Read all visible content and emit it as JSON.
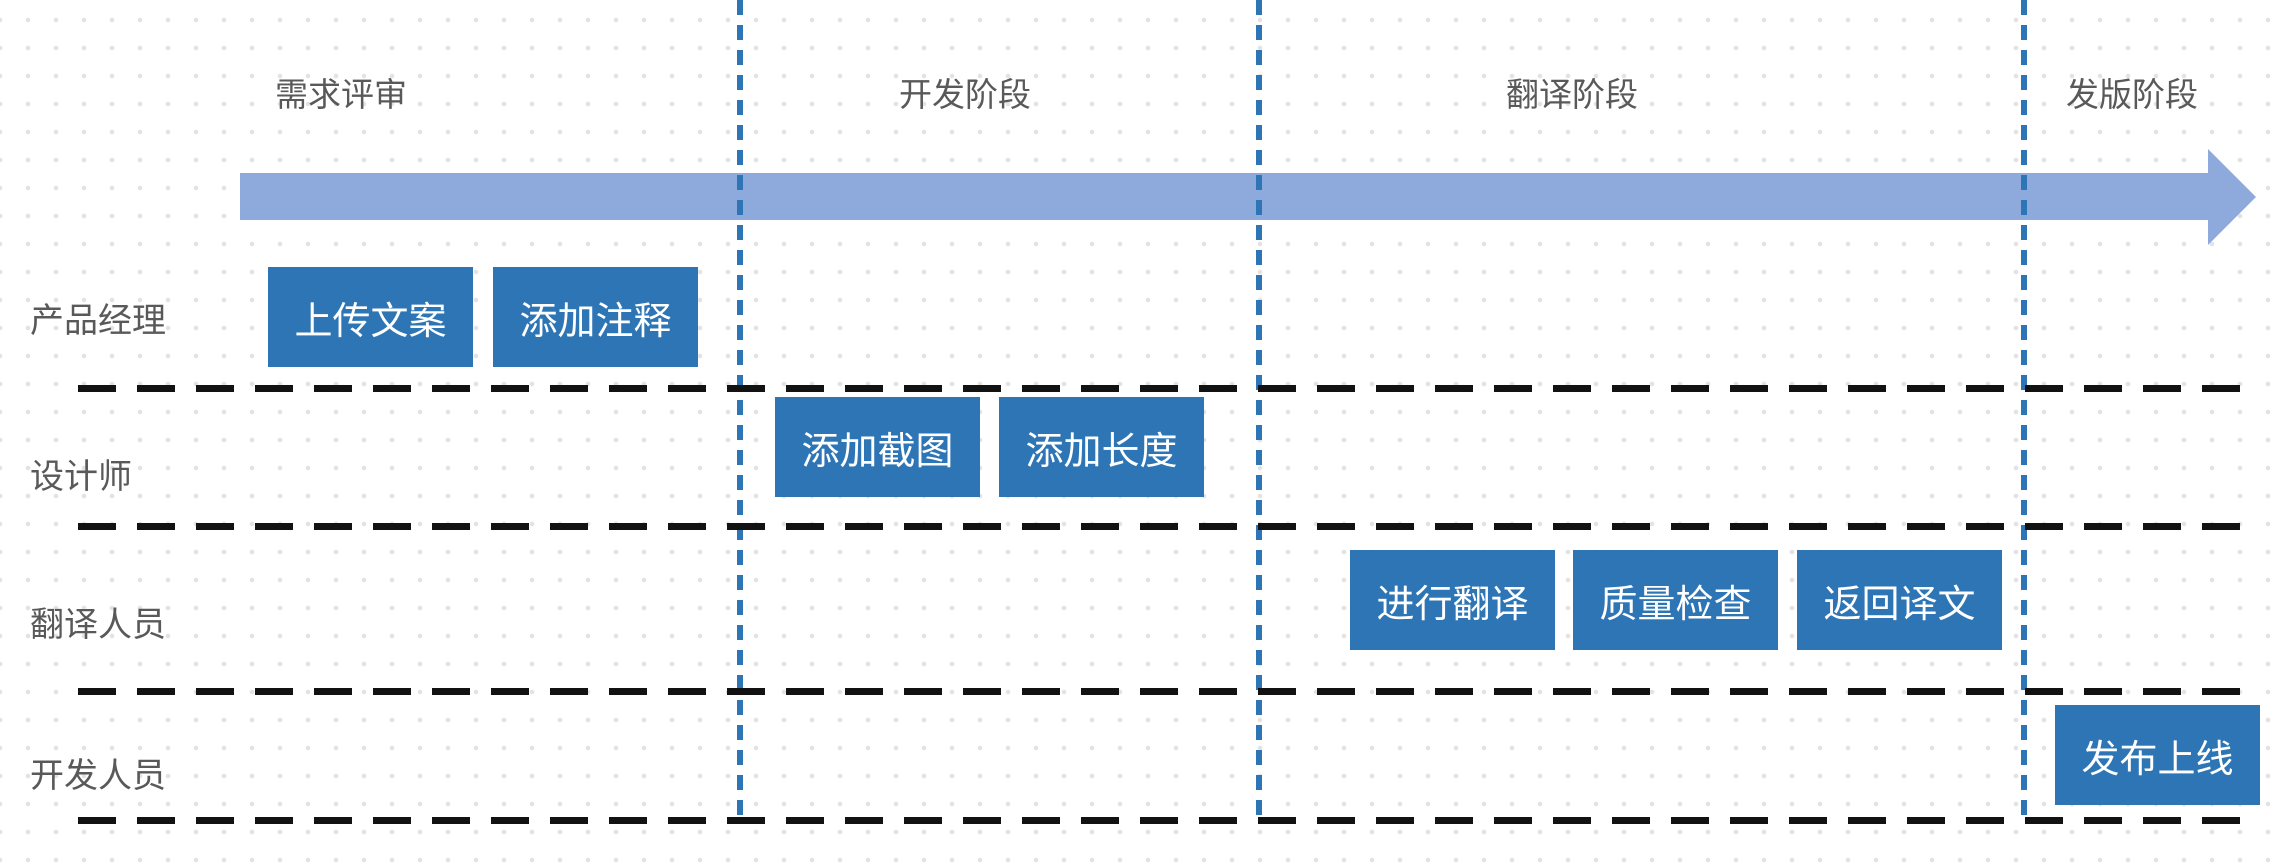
{
  "diagram": {
    "type": "swimlane-timeline",
    "phases": [
      {
        "label": "需求评审"
      },
      {
        "label": "开发阶段"
      },
      {
        "label": "翻译阶段"
      },
      {
        "label": "发版阶段"
      }
    ],
    "lanes": [
      {
        "label": "产品经理",
        "tasks": [
          "上传文案",
          "添加注释"
        ]
      },
      {
        "label": "设计师",
        "tasks": [
          "添加截图",
          "添加长度"
        ]
      },
      {
        "label": "翻译人员",
        "tasks": [
          "进行翻译",
          "质量检查",
          "返回译文"
        ]
      },
      {
        "label": "开发人员",
        "tasks": [
          "发布上线"
        ]
      }
    ],
    "colors": {
      "task_box": "#2E75B6",
      "task_text": "#FFFFFF",
      "timeline_arrow": "#8EA9DB",
      "phase_divider": "#2E75B6",
      "lane_divider": "#121212",
      "label_text": "#595959",
      "dot_grid": "#E3E3E3",
      "background": "#FFFFFF"
    }
  }
}
